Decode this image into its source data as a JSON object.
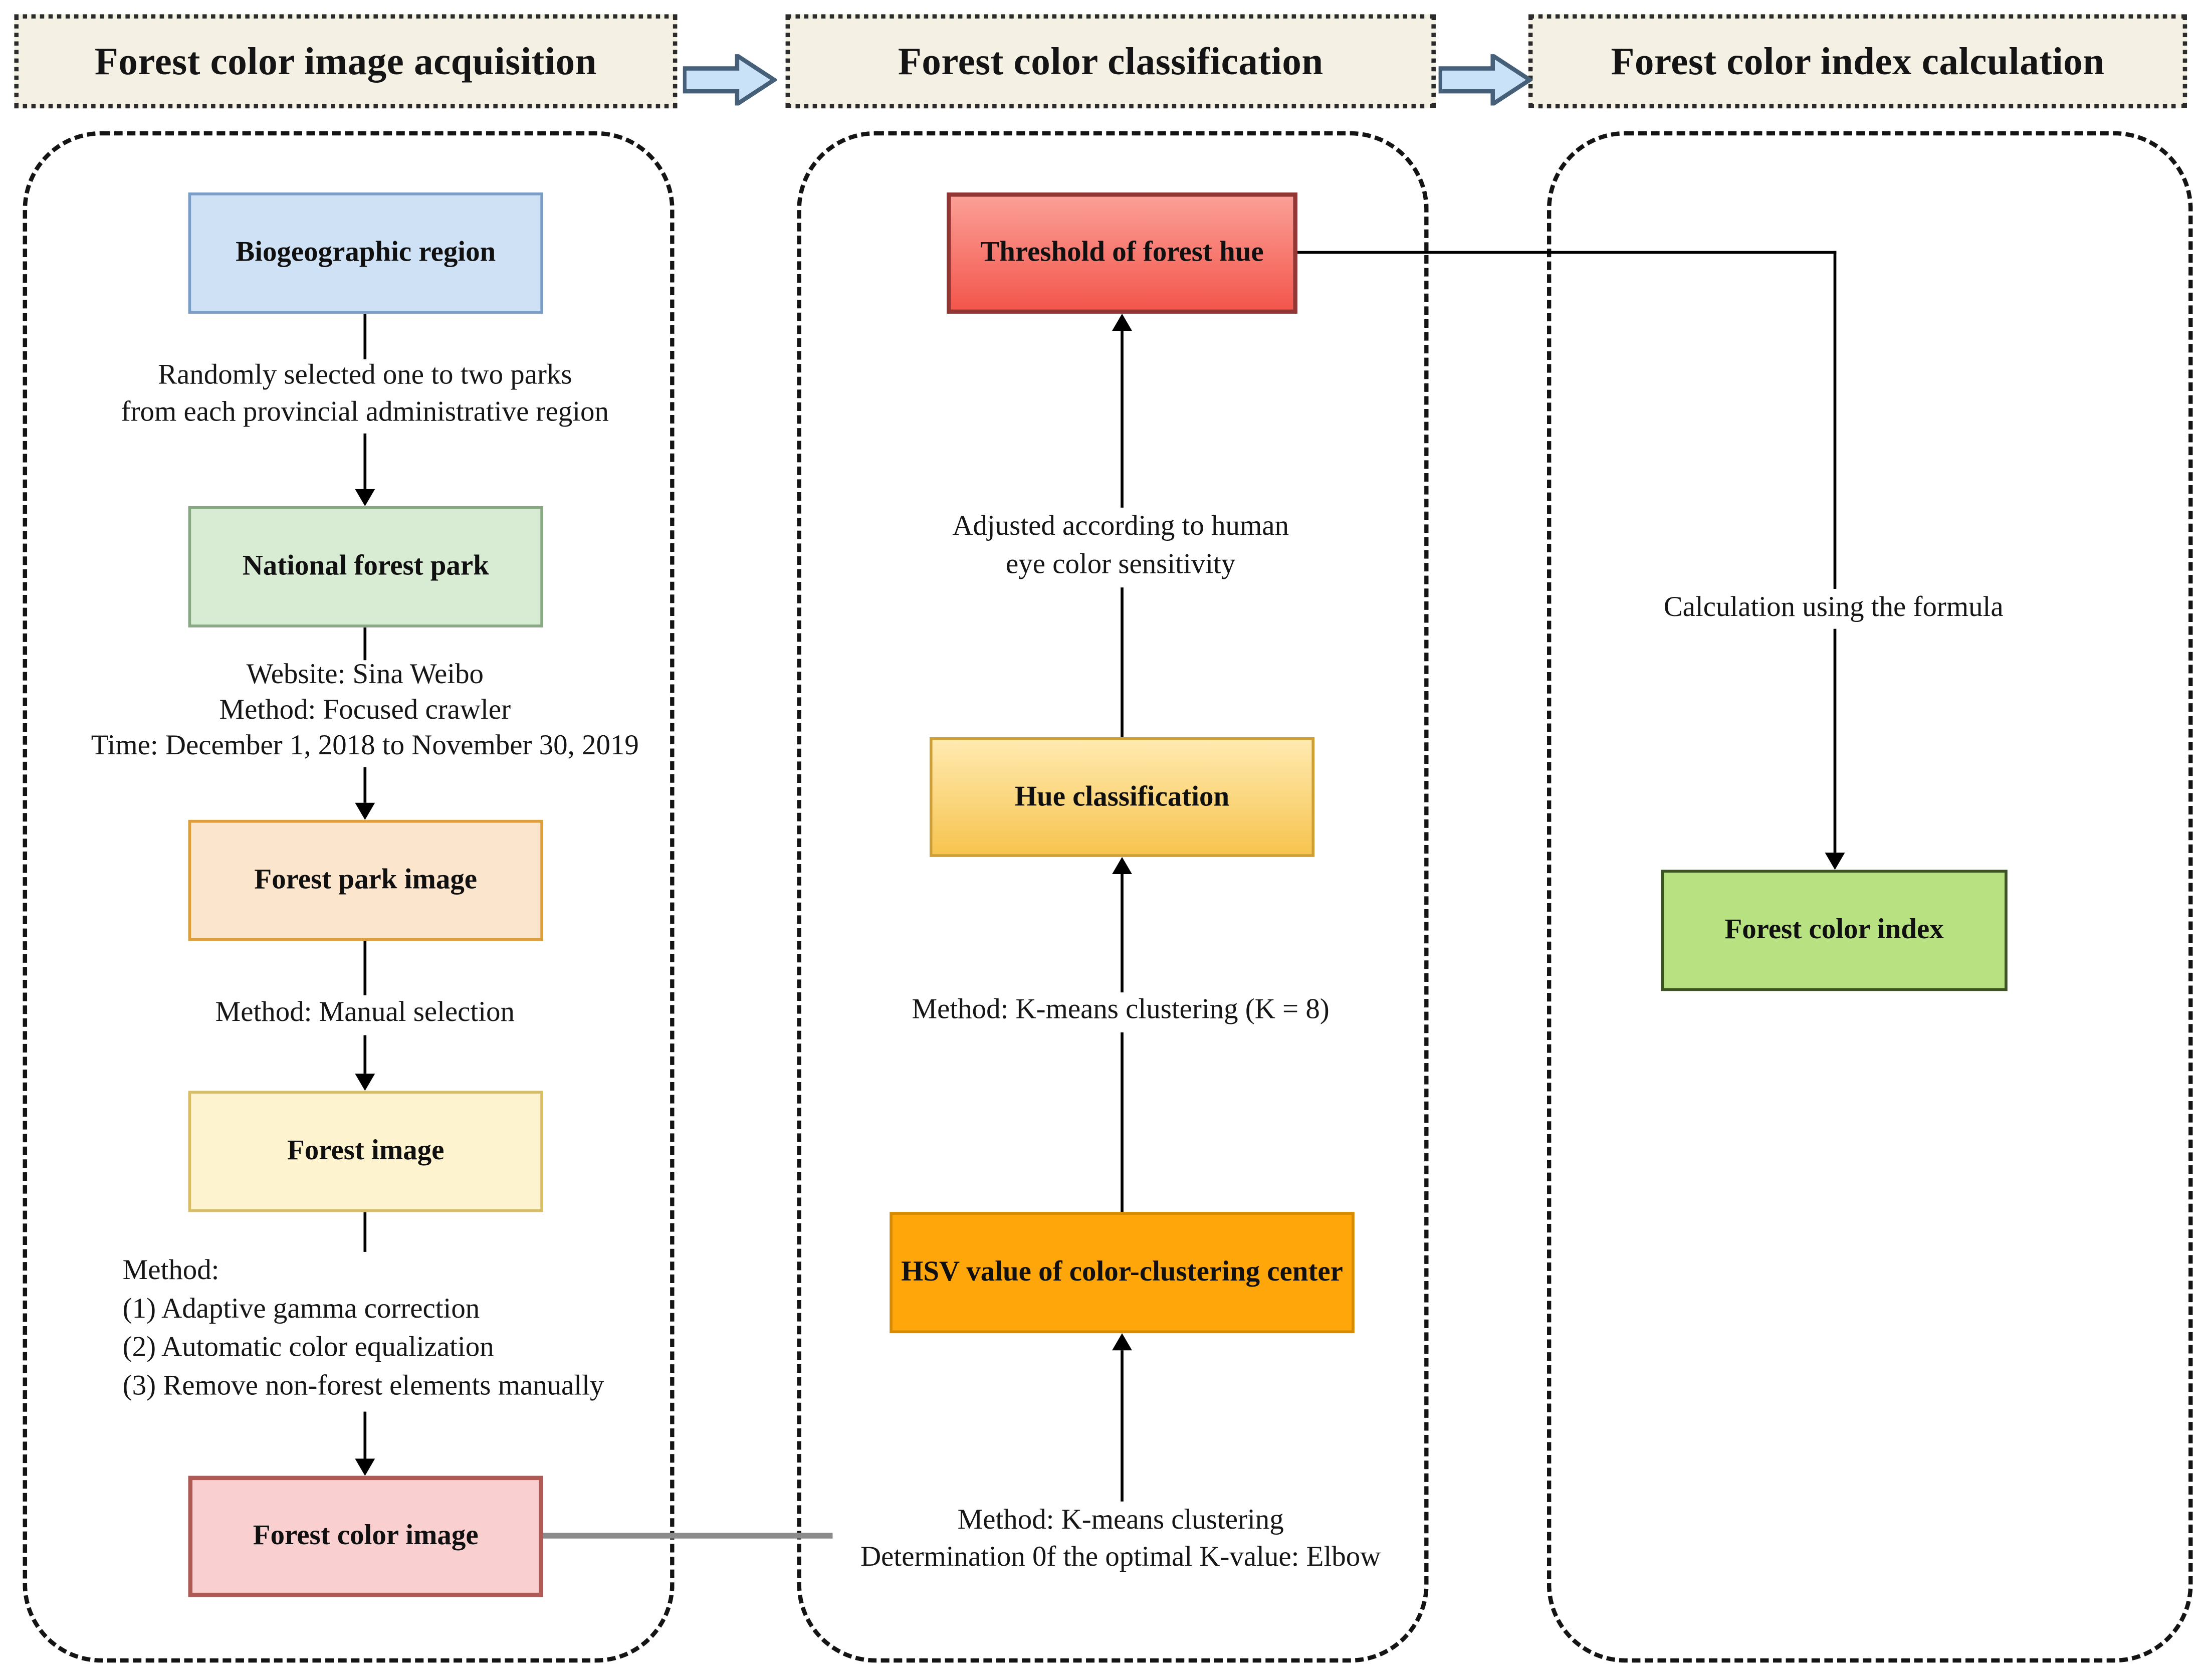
{
  "headers": {
    "acquisition": "Forest color image acquisition",
    "classification": "Forest color classification",
    "index_calculation": "Forest color index calculation"
  },
  "acquisition": {
    "boxes": {
      "biogeographic": "Biogeographic region",
      "national_forest_park": "National forest park",
      "forest_park_image": "Forest park image",
      "forest_image": "Forest image",
      "forest_color_image": "Forest color image"
    },
    "annotations": {
      "random_selection": "Randomly selected one to two parks\nfrom each provincial administrative region",
      "crawler": "Website: Sina Weibo\nMethod: Focused crawler\nTime: December 1, 2018 to November 30, 2019",
      "manual_selection": "Method: Manual selection",
      "preprocessing": "Method:\n(1) Adaptive gamma correction\n(2) Automatic color equalization\n(3) Remove non-forest elements manually"
    }
  },
  "classification": {
    "boxes": {
      "threshold": "Threshold of forest hue",
      "hue_classification": "Hue classification",
      "hsv_value": "HSV value of color-clustering center"
    },
    "annotations": {
      "adjusted": "Adjusted according to human\neye color sensitivity",
      "kmeans_k8": "Method: K-means clustering (K = 8)",
      "kmeans_elbow": "Method: K-means clustering\nDetermination 0f the optimal K-value: Elbow"
    }
  },
  "index_calculation": {
    "boxes": {
      "forest_color_index": "Forest color index"
    },
    "annotations": {
      "formula": "Calculation using the formula"
    }
  },
  "colors": {
    "header_fill": "#f5f0e4",
    "panel_border": "#141414",
    "flow_arrow_fill": "#c9e2f8",
    "flow_arrow_border": "#46607a",
    "biogeographic_fill": "#cfe2f5",
    "biogeographic_border": "#7a9ec7",
    "national_park_fill": "#d8ecd4",
    "national_park_border": "#89a884",
    "park_image_fill": "#fce5cd",
    "park_image_border": "#dd9f3c",
    "forest_image_fill": "#fdf3cf",
    "forest_image_border": "#d9bd62",
    "color_image_fill": "#f9cfcf",
    "color_image_border": "#b05a56",
    "threshold_fill_top": "#fb9f96",
    "threshold_fill_bottom": "#f3564c",
    "threshold_border": "#943634",
    "hue_fill_top": "#ffeab0",
    "hue_fill_bottom": "#f7c44f",
    "hue_border": "#cf9f34",
    "hsv_fill": "#ffa60a",
    "hsv_border": "#d78b00",
    "index_fill": "#b8e182",
    "index_border": "#3c5323",
    "gray_link": "#8c8c8c"
  }
}
